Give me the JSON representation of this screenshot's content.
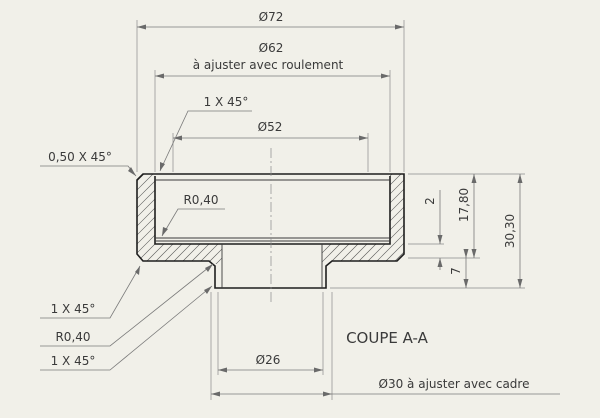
{
  "drawing": {
    "section_title": "COUPE A-A",
    "colors": {
      "paper": "#f1f0e9",
      "outline": "#1e1e1e",
      "dimension": "#7a7a7a"
    },
    "dimensions": {
      "d72": "Ø72",
      "d62": "Ø62",
      "d62_note": "à ajuster avec roulement",
      "d52": "Ø52",
      "d26": "Ø26",
      "d30": "Ø30 à ajuster avec cadre",
      "h1780": "17,80",
      "h3030": "30,30",
      "h2": "2",
      "h7": "7"
    },
    "callouts": {
      "chamfer_top": "1 X 45°",
      "chamfer_outer": "0,50 X 45°",
      "radius_inner": "R0,40",
      "chamfer_bottom_1": "1 X 45°",
      "radius_bottom": "R0,40",
      "chamfer_bottom_2": "1 X 45°"
    }
  }
}
